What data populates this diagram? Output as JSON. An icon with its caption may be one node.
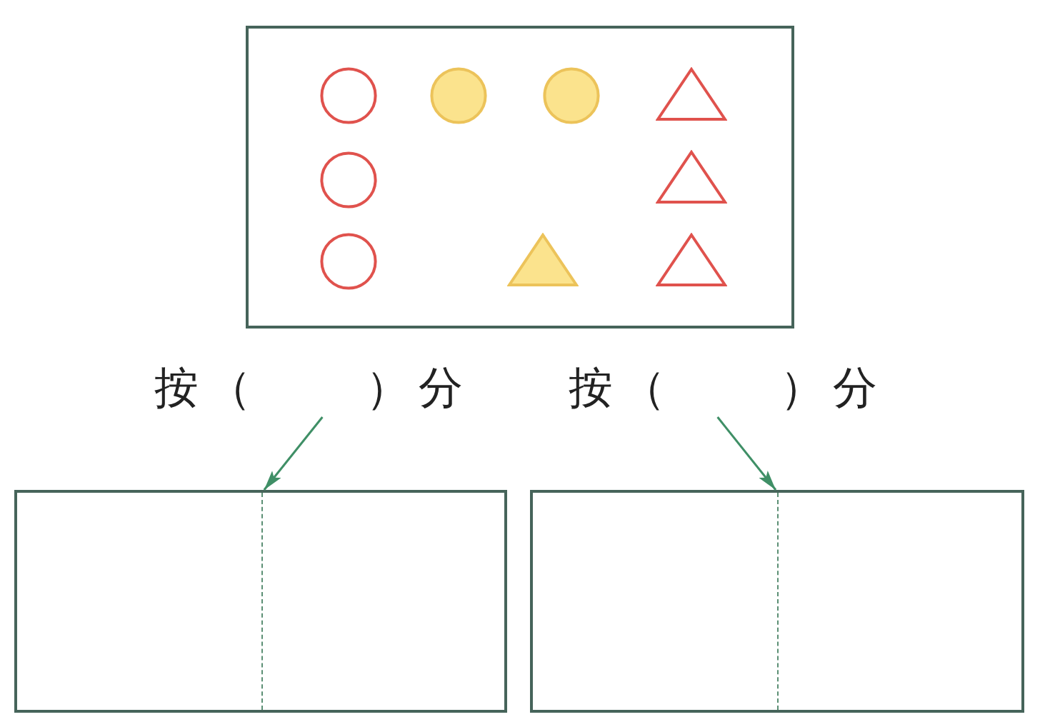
{
  "diagram": {
    "nodes": [
      {
        "text": [],
        "shape": "box"
      },
      {
        "text": [],
        "shape": "circle",
        "in": 0
      },
      {
        "text": [],
        "shape": "circle",
        "in": 0
      },
      {
        "text": [],
        "shape": "circle",
        "in": 0
      },
      {
        "text": [],
        "shape": "triangle",
        "in": 0
      },
      {
        "text": [],
        "shape": "circle",
        "in": 0
      },
      {
        "text": [],
        "shape": "triangle",
        "in": 0
      },
      {
        "text": [],
        "shape": "circle",
        "in": 0
      },
      {
        "text": [],
        "shape": "triangle",
        "in": 0
      },
      {
        "text": [],
        "shape": "triangle",
        "in": 0
      },
      {
        "text": [
          "按（　　）分"
        ]
      },
      {
        "text": [
          "按（　　）分"
        ]
      },
      {
        "text": [],
        "shape": "box"
      },
      {
        "text": [],
        "shape": "box"
      }
    ],
    "edges": [
      {
        "from": 10,
        "to": 12,
        "arrow": "to"
      },
      {
        "from": 11,
        "to": 13,
        "arrow": "to"
      }
    ]
  }
}
